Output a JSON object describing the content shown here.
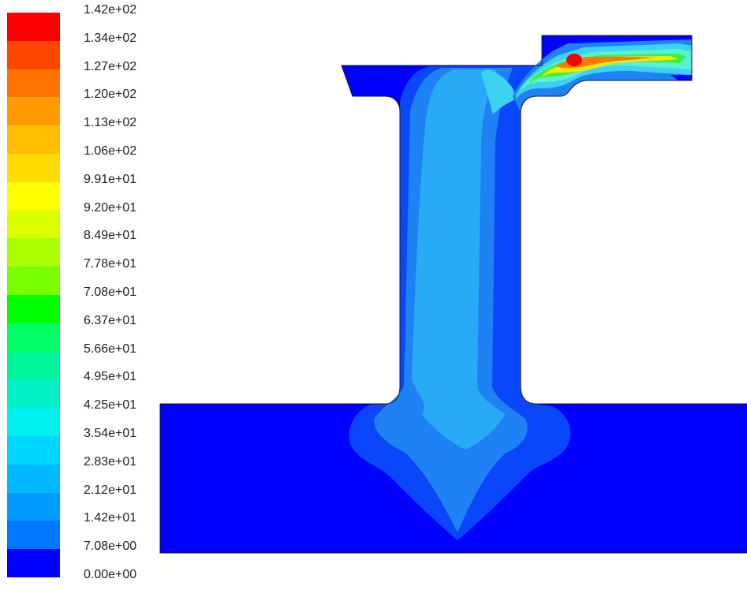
{
  "legend": {
    "labels": [
      "1.42e+02",
      "1.34e+02",
      "1.27e+02",
      "1.20e+02",
      "1.13e+02",
      "1.06e+02",
      "9.91e+01",
      "9.20e+01",
      "8.49e+01",
      "7.78e+01",
      "7.08e+01",
      "6.37e+01",
      "5.66e+01",
      "4.95e+01",
      "4.25e+01",
      "3.54e+01",
      "2.83e+01",
      "2.12e+01",
      "1.42e+01",
      "7.08e+00",
      "0.00e+00"
    ],
    "colors": [
      "#ff0000",
      "#ff4600",
      "#ff7300",
      "#ff9b00",
      "#ffbe00",
      "#ffdc00",
      "#ffff00",
      "#dcff00",
      "#aaff00",
      "#78ff00",
      "#00ff00",
      "#00ff64",
      "#00f59b",
      "#00f0c8",
      "#00f0f0",
      "#00d7ff",
      "#00b9ff",
      "#009bff",
      "#0078ff",
      "#0000ff"
    ]
  },
  "contour": {
    "colors": {
      "level0": "#0000ff",
      "level1": "#0a46fa",
      "level2": "#1e82f5",
      "level3": "#28aaf5",
      "level4": "#3cd2f0",
      "level5": "#5af0d2",
      "level6": "#3cf03c",
      "level7": "#ffe600",
      "level8": "#ff7800",
      "level9": "#ff0000"
    }
  }
}
